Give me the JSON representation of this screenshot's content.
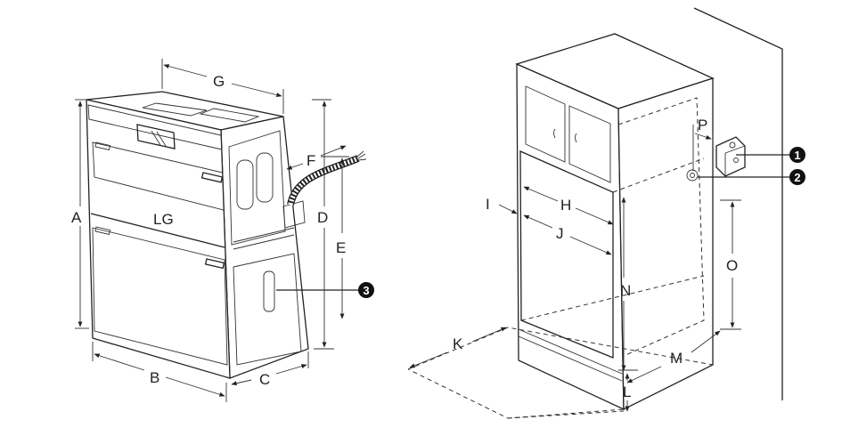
{
  "left_diagram": {
    "labels": {
      "A": "A",
      "B": "B",
      "C": "C",
      "D": "D",
      "E": "E",
      "F": "F",
      "G": "G"
    },
    "callout_3": "3",
    "brand_mark": "LG"
  },
  "right_diagram": {
    "labels": {
      "H": "H",
      "I": "I",
      "J": "J",
      "K": "K",
      "L": "L",
      "M": "M",
      "N": "N",
      "O": "O",
      "P": "P"
    },
    "callout_1": "1",
    "callout_2": "2"
  }
}
